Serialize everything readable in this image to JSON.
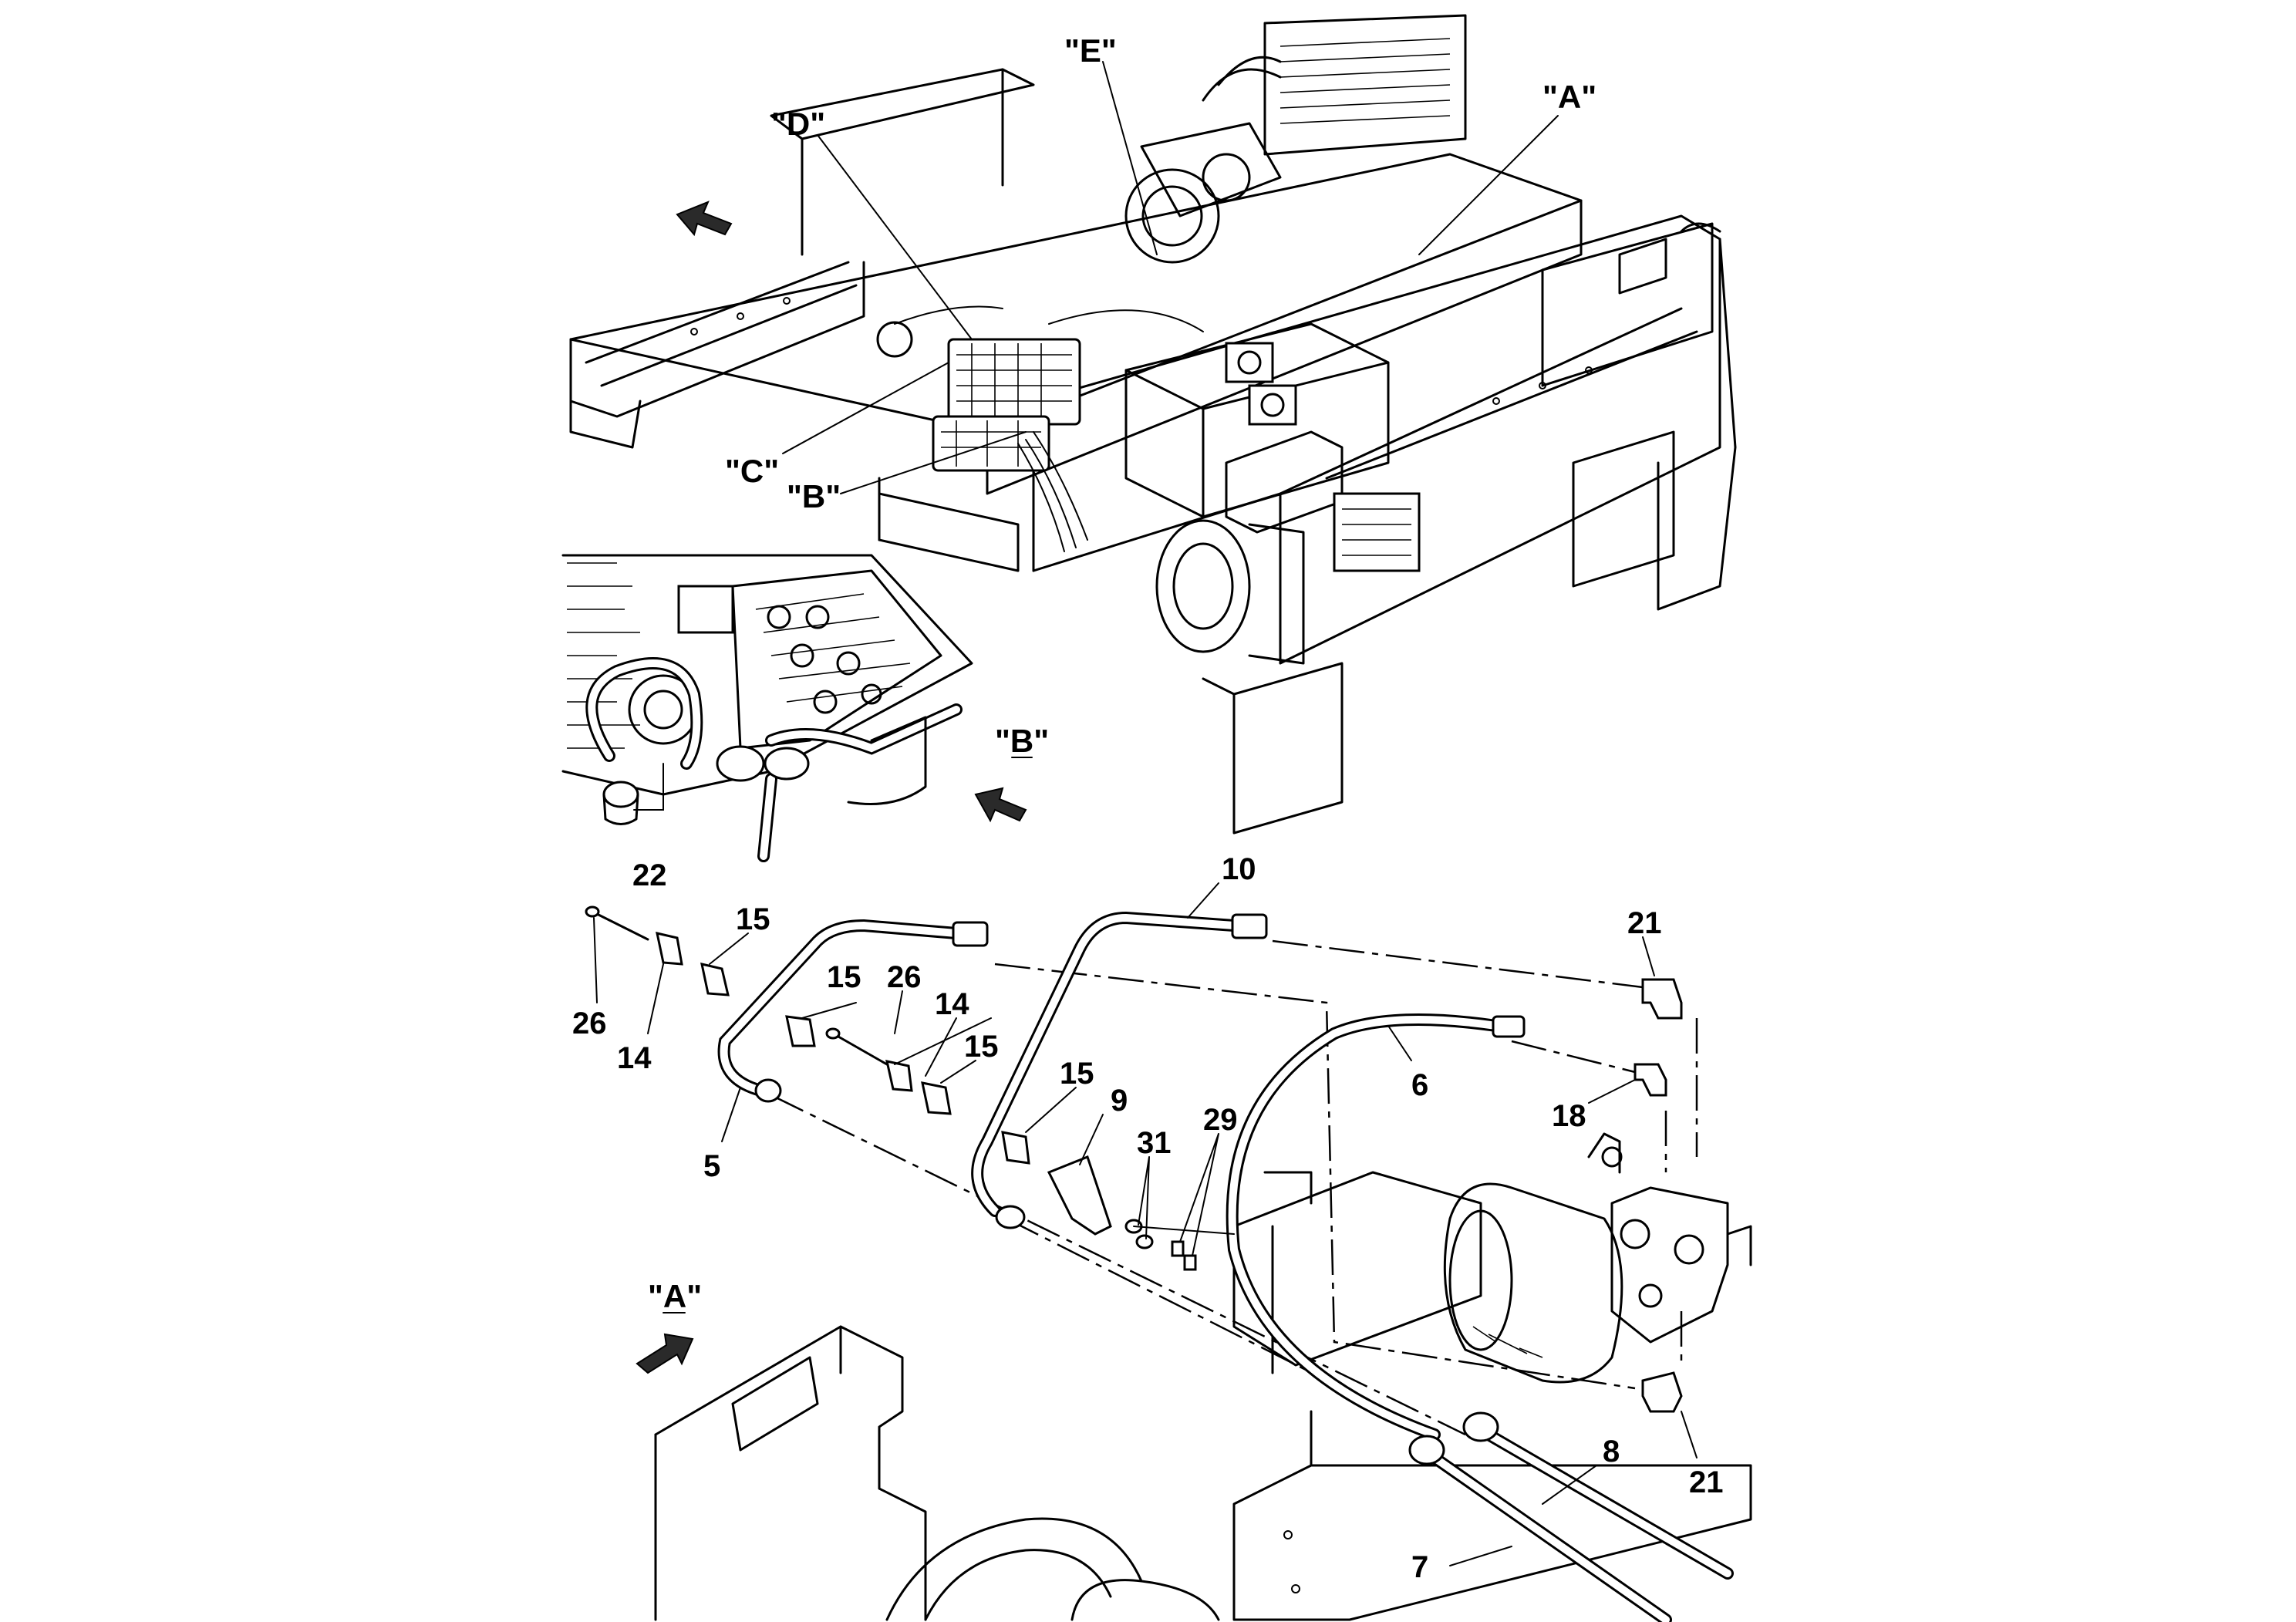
{
  "main_view_labels": {
    "A": "\"A\"",
    "B": "\"B\"",
    "C": "\"C\"",
    "D": "\"D\"",
    "E": "\"E\""
  },
  "detail_views": {
    "B": "\"B\"",
    "A": "\"A\""
  },
  "callouts": {
    "c22": "22",
    "c10": "10",
    "c21a": "21",
    "c21b": "21",
    "c15a": "15",
    "c15b": "15",
    "c15c": "15",
    "c15d": "15",
    "c26a": "26",
    "c26b": "26",
    "c14a": "14",
    "c14b": "14",
    "c5": "5",
    "c6": "6",
    "c18": "18",
    "c9": "9",
    "c31": "31",
    "c29": "29",
    "c8": "8",
    "c7": "7"
  },
  "icons": [
    "direction-arrow-icon"
  ]
}
